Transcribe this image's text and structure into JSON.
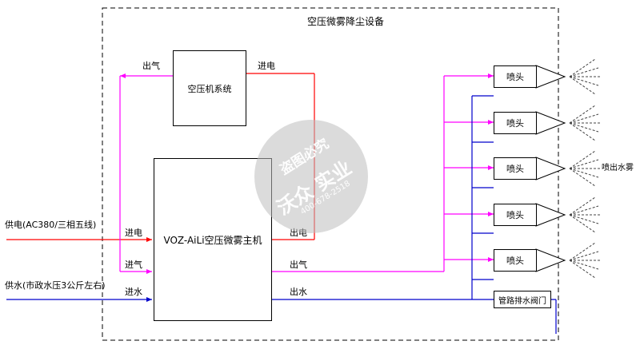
{
  "title": "空压微雾降尘设备",
  "compressor_label": "空压机系统",
  "compressor_out_air": "出气",
  "compressor_in_power": "进电",
  "host_label": "VOZ-AiLi空压微雾主机",
  "host_in_power": "进电",
  "host_in_air": "进气",
  "host_in_water": "进水",
  "host_out_power": "出电",
  "host_out_air": "出气",
  "host_out_water": "出水",
  "power_supply": "供电(AC380/三相五线)",
  "water_supply": "供水(市政水压3公斤左右)",
  "nozzles": [
    {
      "label": "喷头"
    },
    {
      "label": "喷头"
    },
    {
      "label": "喷头"
    },
    {
      "label": "喷头"
    },
    {
      "label": "喷头"
    }
  ],
  "spray_out": "喷出水雾",
  "drain_valve": "管路排水阀门",
  "watermark": {
    "line1": "盗图必究",
    "line2": "沃众 实业",
    "line3": "400-678-2518"
  },
  "colors": {
    "power": "#ff0000",
    "air": "#ff00ff",
    "water": "#0000cc",
    "line": "#000000"
  }
}
